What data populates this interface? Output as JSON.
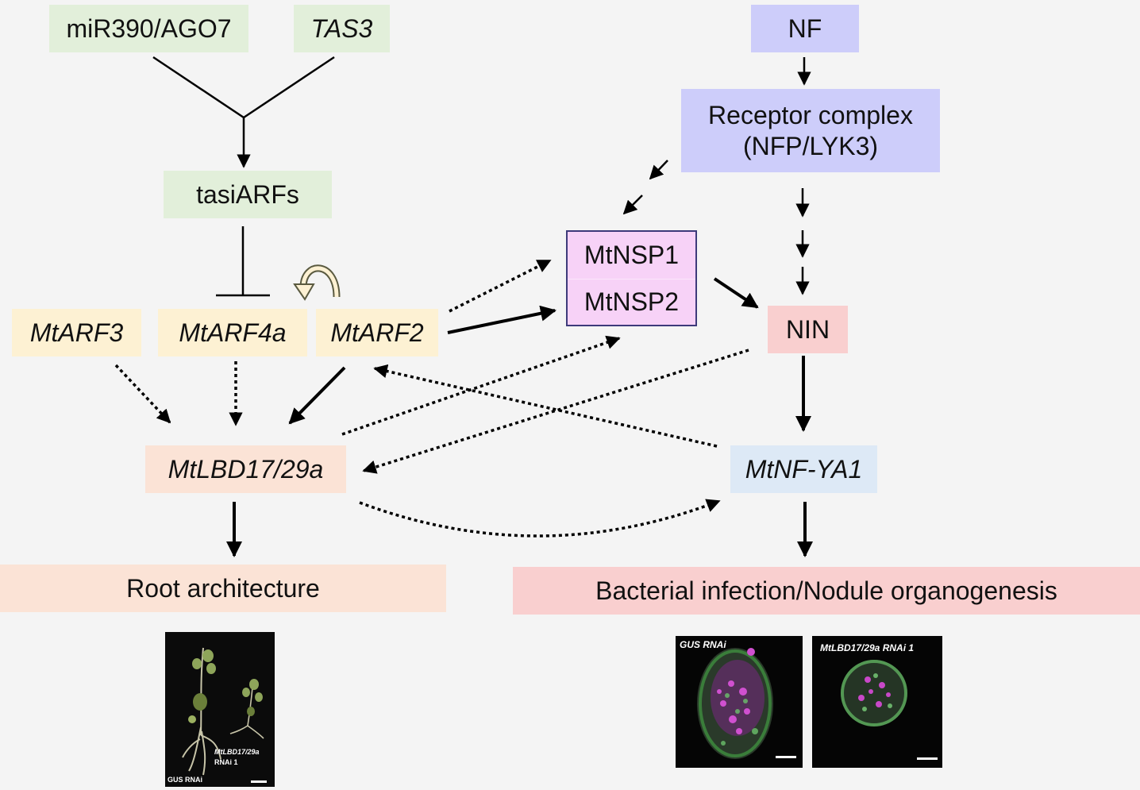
{
  "nodes": {
    "mir390": "miR390/AGO7",
    "tas3": "TAS3",
    "tasiarfs": "tasiARFs",
    "nf": "NF",
    "receptor_line1": "Receptor complex",
    "receptor_line2": "(NFP/LYK3)",
    "mtnsp1": "MtNSP1",
    "mtnsp2": "MtNSP2",
    "nin": "NIN",
    "mtarf3": "MtARF3",
    "mtarf4a": "MtARF4a",
    "mtarf2": "MtARF2",
    "mtlbd": "MtLBD17/29a",
    "mtnfya1": "MtNF-YA1",
    "root_architecture": "Root architecture",
    "bacterial_infection": "Bacterial infection/Nodule organogenesis"
  },
  "photos": {
    "plant_label_mutant_1": "MtLBD17/29a",
    "plant_label_mutant_2": "RNAi 1",
    "plant_label_control": "GUS RNAi",
    "nodule_left_label": "GUS RNAi",
    "nodule_right_label": "MtLBD17/29a RNAi 1"
  },
  "colors": {
    "green": "#e2efda",
    "blue": "#cdcdfa",
    "yellow": "#fdf1d3",
    "peach": "#fbe3d6",
    "pink": "#f9cfcf",
    "lightblue": "#dde9f6",
    "nsp_fill": "#f7d2f7",
    "nsp_border": "#3d3a7a"
  }
}
